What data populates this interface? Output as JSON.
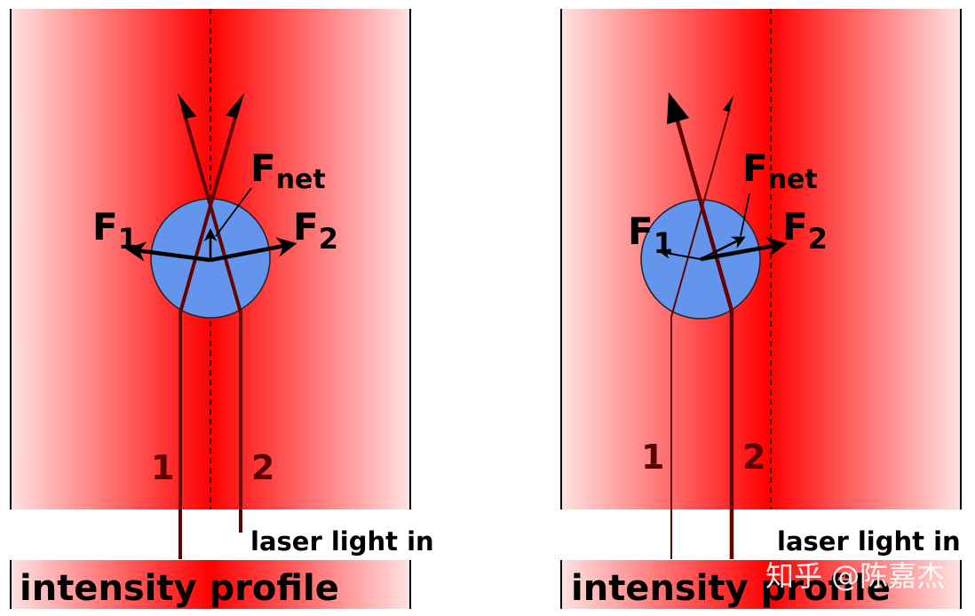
{
  "colors": {
    "beam_peak": "#ff0000",
    "beam_edge": "#ffe2e2",
    "particle": "#6495ed",
    "ray": "#650000",
    "ray_label": "#5a0000",
    "force": "#000000"
  },
  "diagrams": [
    {
      "id": "centered",
      "labels": {
        "fnet": "F",
        "fnet_sub": "net",
        "f1": "F",
        "f1_sub": "1",
        "f2": "F",
        "f2_sub": "2",
        "ray1": "1",
        "ray2": "2",
        "laser_in": "laser light in",
        "profile": "intensity profile"
      }
    },
    {
      "id": "off-center",
      "labels": {
        "fnet": "F",
        "fnet_sub": "net",
        "f1": "F",
        "f1_sub": "1",
        "f2": "F",
        "f2_sub": "2",
        "ray1": "1",
        "ray2": "2",
        "laser_in": "laser light in",
        "profile": "intensity profile"
      }
    }
  ],
  "watermark": "知乎 @陈嘉杰"
}
